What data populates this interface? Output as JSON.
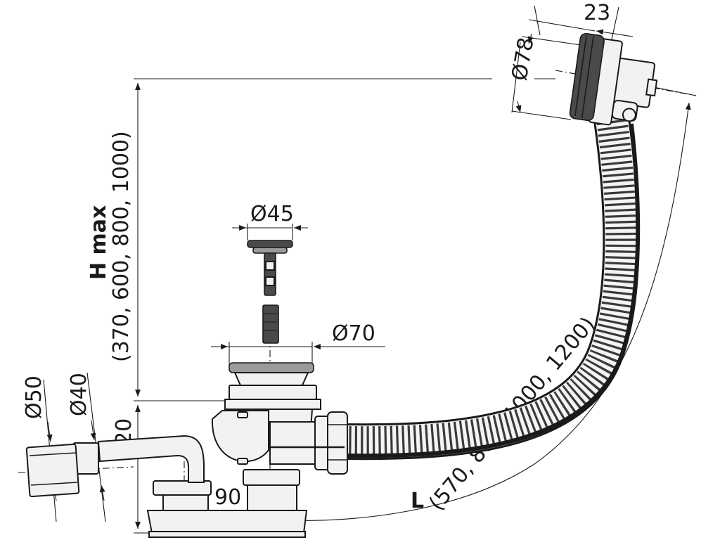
{
  "diagram": {
    "dimensions": {
      "overflow_thickness": "23",
      "overflow_diameter": "Ø78",
      "plug_diameter": "Ø45",
      "waste_diameter": "Ø70",
      "outlet_outer_diameter": "Ø50",
      "outlet_inner_diameter": "Ø40",
      "trap_height": "120",
      "trap_offset": "90"
    },
    "height_label": "H max",
    "height_values": "(370, 600, 800, 1000)",
    "length_label": "L",
    "length_values": "(570, 800, 1000, 1200)"
  }
}
